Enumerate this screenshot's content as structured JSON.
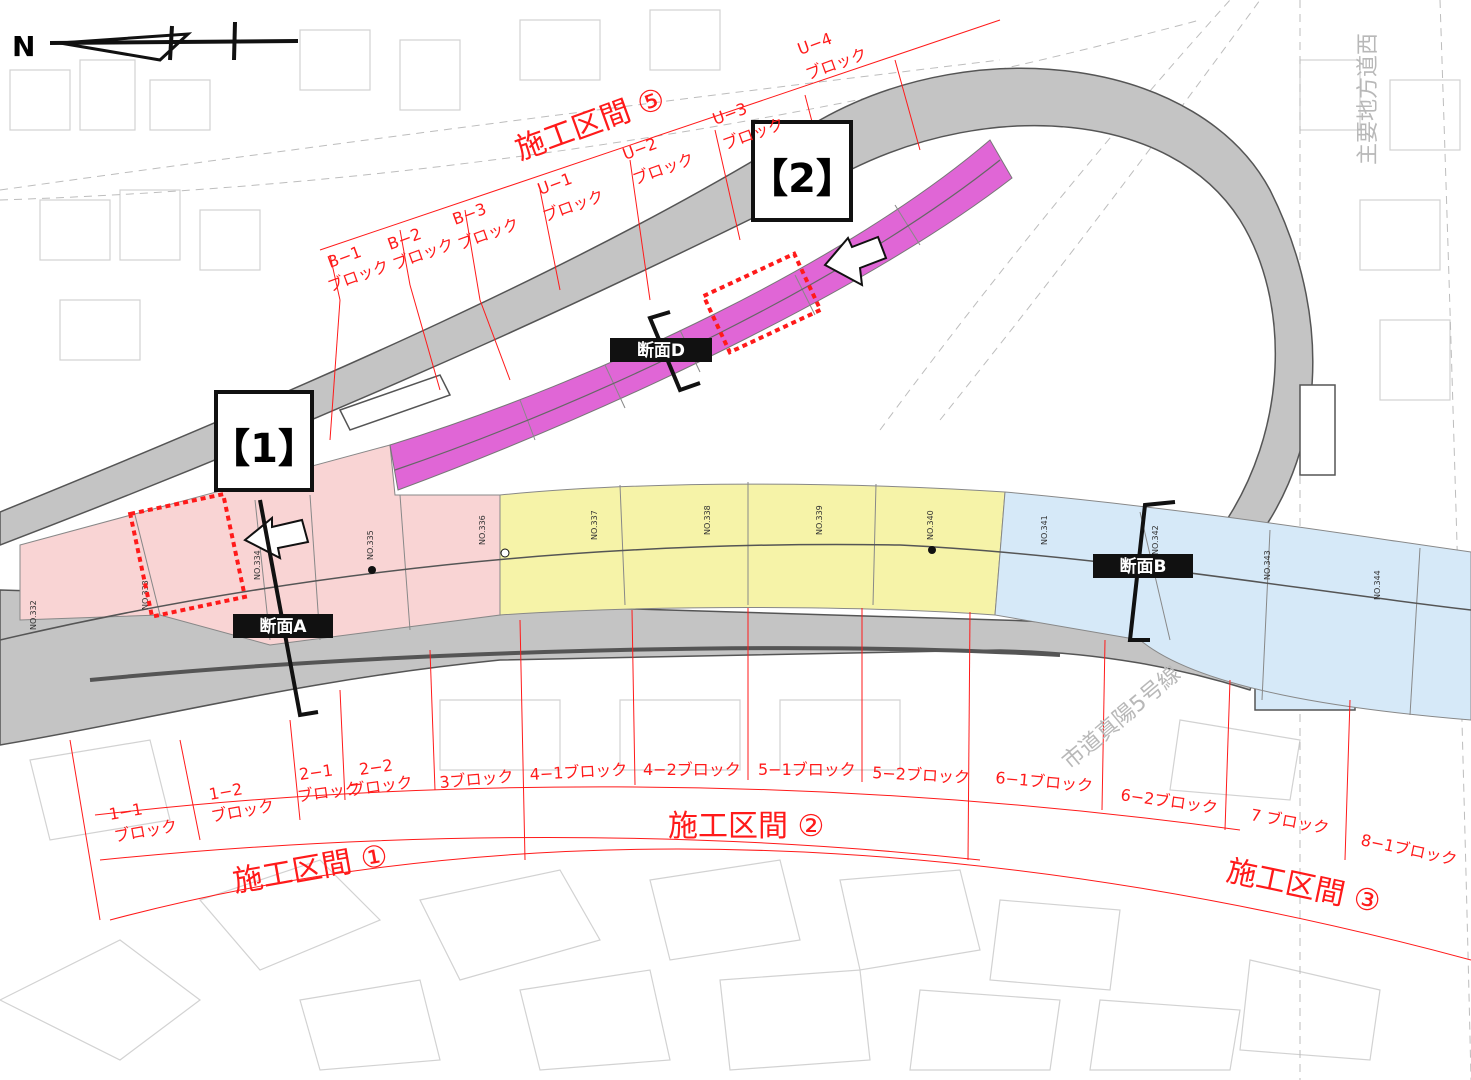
{
  "north_label": "N",
  "callouts": [
    {
      "label": "【1】"
    },
    {
      "label": "【2】"
    }
  ],
  "sections": [
    {
      "label": "断面A"
    },
    {
      "label": "断面B"
    },
    {
      "label": "断面D"
    }
  ],
  "construction_zones": [
    {
      "label": "施工区間 ①"
    },
    {
      "label": "施工区間 ②"
    },
    {
      "label": "施工区間 ③"
    },
    {
      "label": "施工区間 ⑤"
    }
  ],
  "lower_blocks": [
    {
      "l1": "1−1",
      "l2": "ブロック"
    },
    {
      "l1": "1−2",
      "l2": "ブロック"
    },
    {
      "l1": "2−1",
      "l2": "ブロック"
    },
    {
      "l1": "2−2",
      "l2": "ブロック"
    },
    {
      "l1": "3ブロック"
    },
    {
      "l1": "4−1ブロック"
    },
    {
      "l1": "4−2ブロック"
    },
    {
      "l1": "5−1ブロック"
    },
    {
      "l1": "5−2ブロック"
    },
    {
      "l1": "6−1ブロック"
    },
    {
      "l1": "6−2ブロック"
    },
    {
      "l1": "7 ブロック"
    },
    {
      "l1": "8−1ブロック"
    }
  ],
  "upper_blocks": [
    {
      "l1": "B−1",
      "l2": "ブロック"
    },
    {
      "l1": "B−2",
      "l2": "ブロック"
    },
    {
      "l1": "B−3",
      "l2": "ブロック"
    },
    {
      "l1": "U−1",
      "l2": "ブロック"
    },
    {
      "l1": "U−2",
      "l2": "ブロック"
    },
    {
      "l1": "U−3",
      "l2": "ブロック"
    },
    {
      "l1": "U−4",
      "l2": "ブロック"
    }
  ],
  "stations": [
    "NO.332",
    "NO.333",
    "NO.334",
    "NO.335",
    "NO.336",
    "NO.337",
    "NO.338",
    "NO.339",
    "NO.340",
    "NO.341",
    "NO.342",
    "NO.343",
    "NO.344"
  ],
  "road_labels": {
    "city_road": "市道真陽5号線",
    "prefectural_road": "主要地方道西"
  },
  "colors": {
    "zone1": "#f9d4d4",
    "zone2": "#f6f3a8",
    "zone3": "#d6e9f8",
    "zone5": "#e066d6",
    "road": "#c4c4c4",
    "annotation_red": "#ff1a1a"
  }
}
